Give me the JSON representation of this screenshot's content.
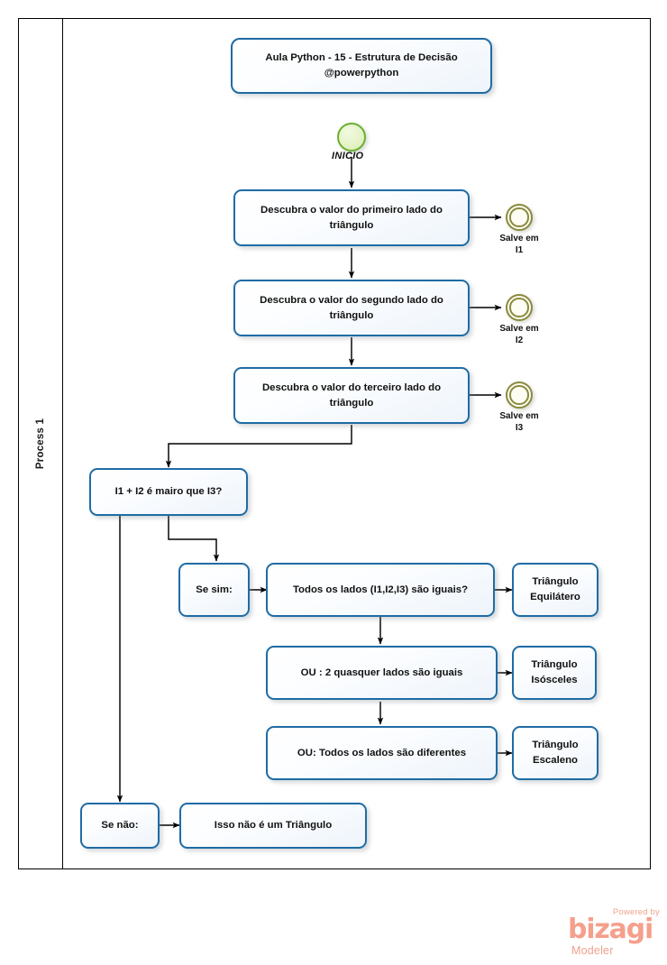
{
  "diagram": {
    "type": "flowchart",
    "notation": "BPMN",
    "pool": {
      "lane_label": "Process 1"
    },
    "title_box": {
      "line1": "Aula Python - 15 - Estrutura de Decisão",
      "line2": "@powerpython"
    },
    "start_event": {
      "label": "INICIO",
      "color": "#6cb033"
    },
    "tasks": [
      {
        "id": "t1",
        "label": "Descubra o valor do primeiro lado do triângulo"
      },
      {
        "id": "t2",
        "label": "Descubra o valor do segundo lado do triângulo"
      },
      {
        "id": "t3",
        "label": "Descubra o valor do terceiro lado do triângulo"
      },
      {
        "id": "decision",
        "label": "I1 + I2 é mairo que I3?"
      },
      {
        "id": "se-sim",
        "label": "Se sim:"
      },
      {
        "id": "q-equilatero",
        "label": "Todos os lados (I1,I2,I3)  são iguais?"
      },
      {
        "id": "r-equilatero",
        "label": "Triângulo Equilátero"
      },
      {
        "id": "q-isosceles",
        "label": "OU :  2 quasquer lados são iguais"
      },
      {
        "id": "r-isosceles",
        "label": "Triângulo Isósceles"
      },
      {
        "id": "q-escaleno",
        "label": "OU: Todos os lados são diferentes"
      },
      {
        "id": "r-escaleno",
        "label": "Triângulo Escaleno"
      },
      {
        "id": "se-nao",
        "label": "Se não:"
      },
      {
        "id": "r-nao-triangulo",
        "label": "Isso não é um Triângulo"
      }
    ],
    "intermediate_events": [
      {
        "id": "e1",
        "label": "Salve em\nI1"
      },
      {
        "id": "e2",
        "label": "Salve em\nI2"
      },
      {
        "id": "e3",
        "label": "Salve em\nI3"
      }
    ],
    "colors": {
      "task_border": "#1f6ca4",
      "task_fill": "#f2f7fc",
      "start_event": "#6cb033",
      "intermediate_event": "#8a8a3f",
      "frame": "#000000",
      "brand": "#f4a08c"
    }
  },
  "brand": {
    "powered_by": "Powered by",
    "name": "bizagi",
    "product": "Modeler"
  }
}
